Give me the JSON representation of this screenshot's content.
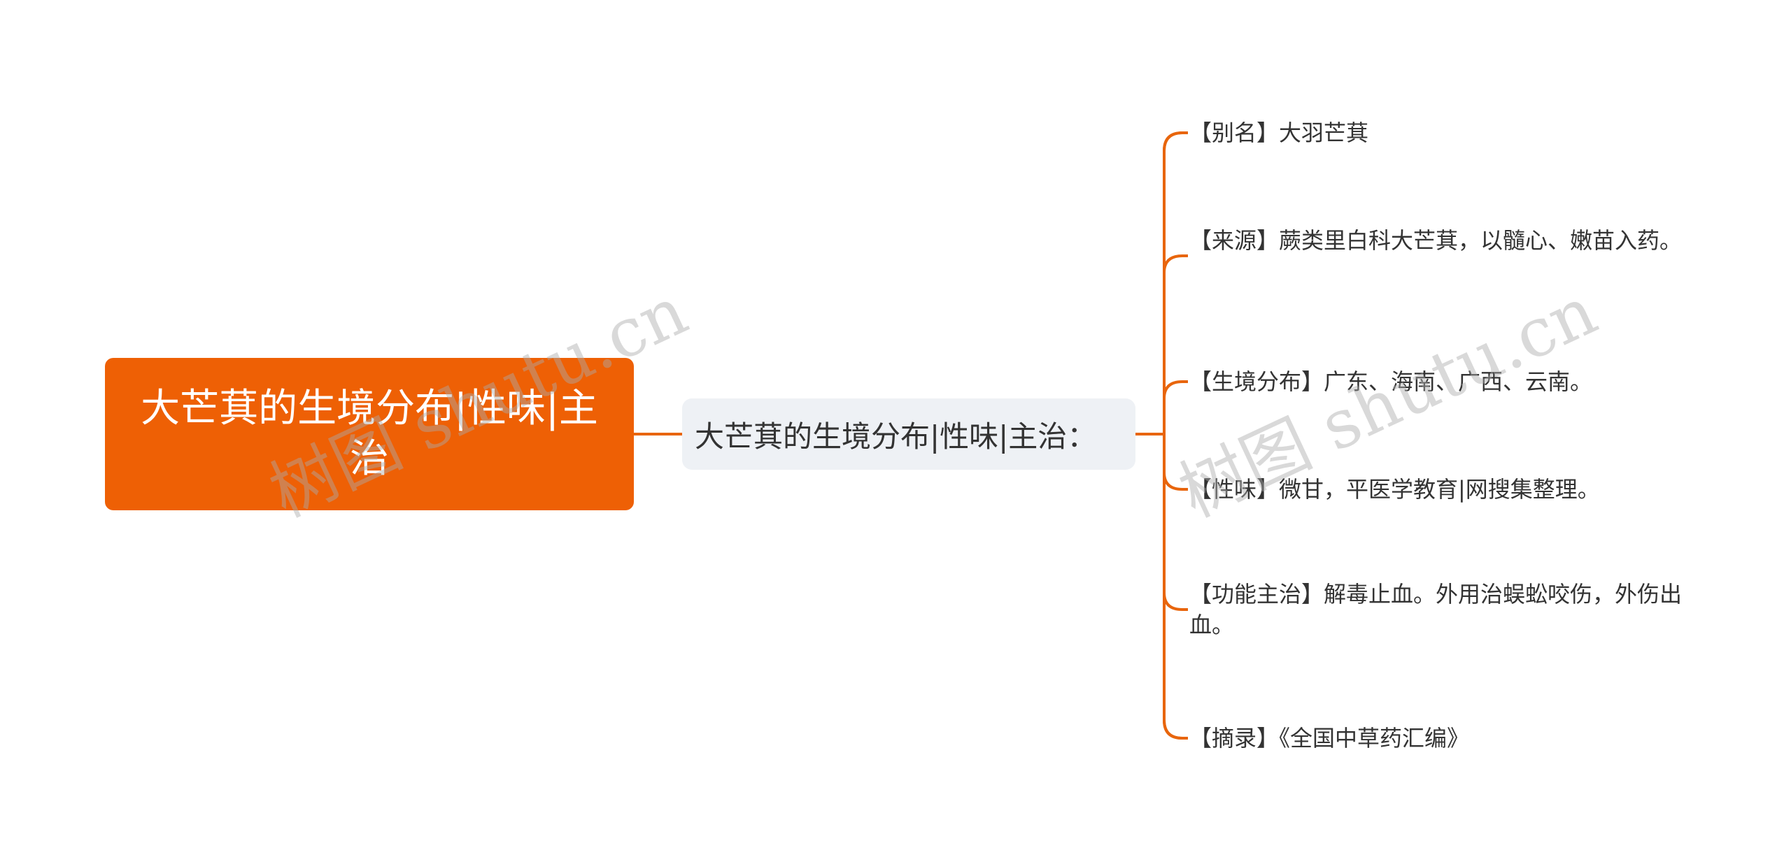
{
  "root": {
    "title": "大芒萁的生境分布|性味|主治"
  },
  "branch": {
    "label": "大芒萁的生境分布|性味|主治："
  },
  "leaves": [
    {
      "text": "【别名】大羽芒萁"
    },
    {
      "text": "【来源】蕨类里白科大芒萁，以髓心、嫩苗入药。"
    },
    {
      "text": "【生境分布】广东、海南、广西、云南。"
    },
    {
      "text": "【性味】微甘，平医学教育|网搜集整理。"
    },
    {
      "text": "【功能主治】解毒止血。外用治蜈蚣咬伤，外伤出血。"
    },
    {
      "text": "【摘录】《全国中草药汇编》"
    }
  ],
  "watermarks": [
    {
      "text": "树图 shutu.cn"
    },
    {
      "text": "树图 shutu.cn"
    }
  ],
  "colors": {
    "root_fill": "#ee6005",
    "connector": "#e8650c",
    "branch_fill": "#eef1f5",
    "text": "#333333"
  }
}
